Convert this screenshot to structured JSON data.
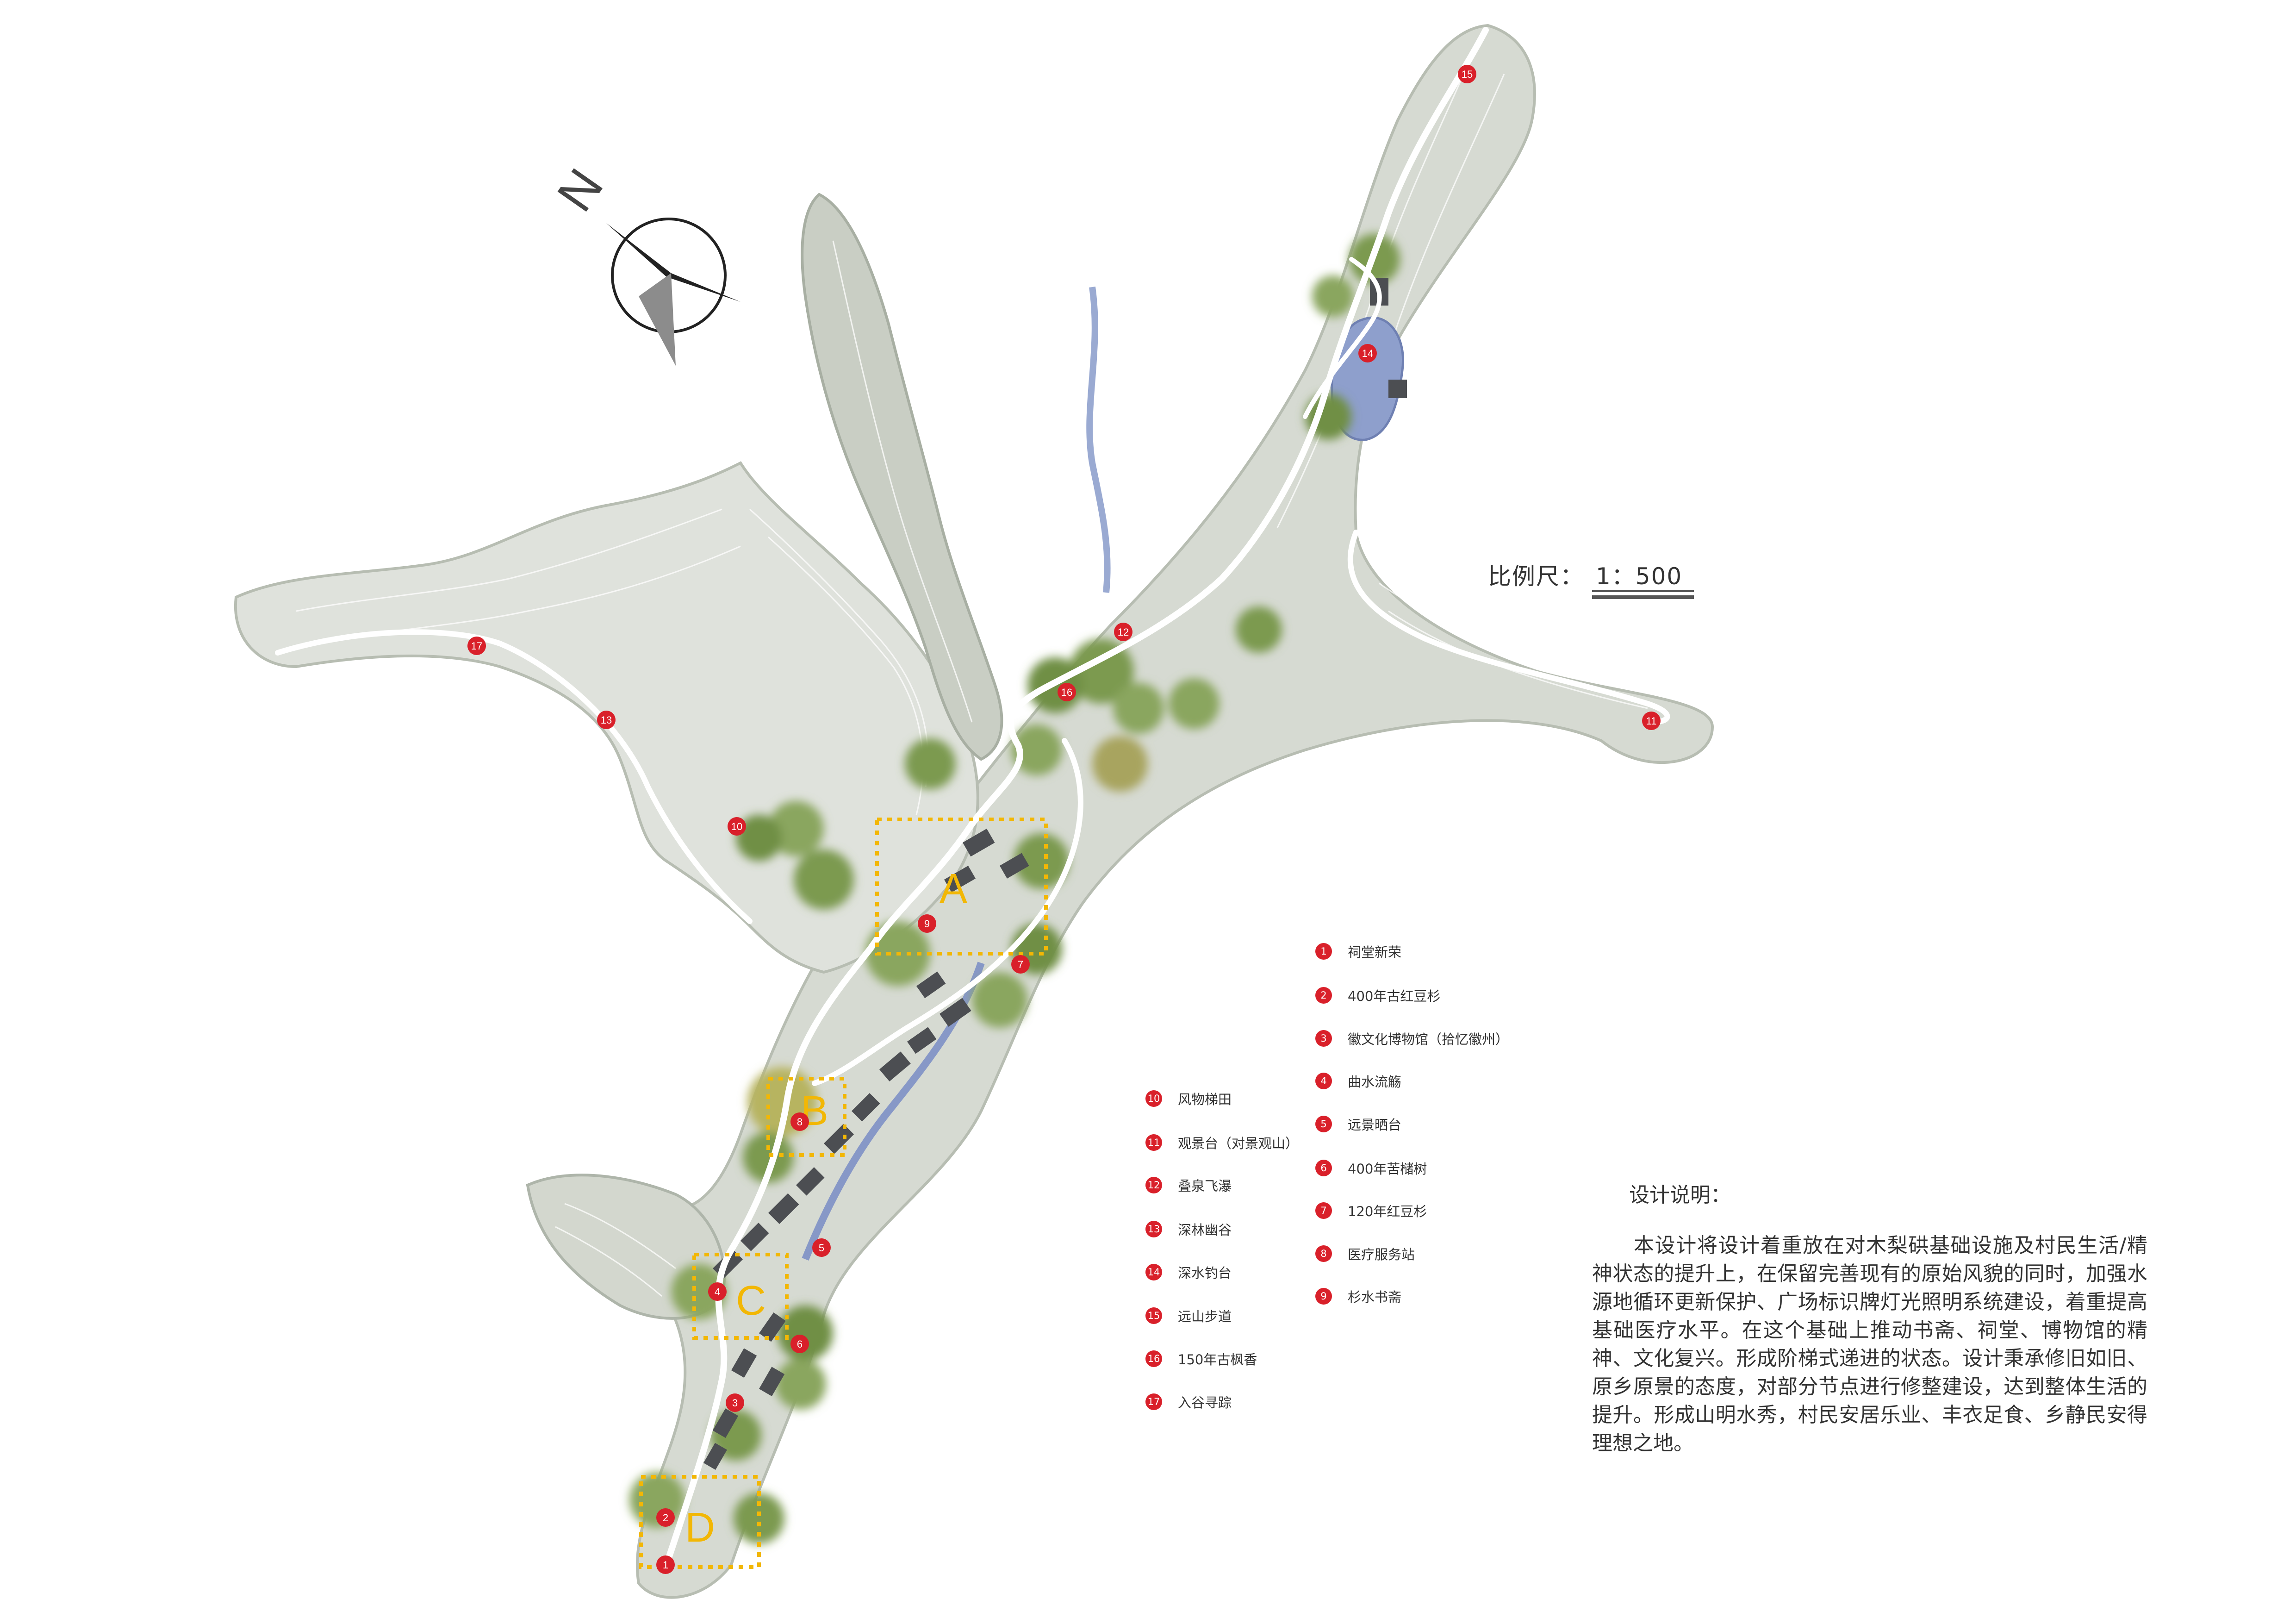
{
  "compass": {
    "north_label": "N"
  },
  "scale": {
    "label": "比例尺：",
    "value": "1：500"
  },
  "zones": [
    "A",
    "B",
    "C",
    "D"
  ],
  "legend": [
    {
      "num": "1",
      "label": "祠堂新荣"
    },
    {
      "num": "2",
      "label": "400年古红豆杉"
    },
    {
      "num": "3",
      "label": "徽文化博物馆（拾忆徽州）"
    },
    {
      "num": "4",
      "label": "曲水流觞"
    },
    {
      "num": "5",
      "label": "远景晒台"
    },
    {
      "num": "6",
      "label": "400年苦槠树"
    },
    {
      "num": "7",
      "label": "120年红豆杉"
    },
    {
      "num": "8",
      "label": "医疗服务站"
    },
    {
      "num": "9",
      "label": "杉水书斋"
    },
    {
      "num": "10",
      "label": "风物梯田"
    },
    {
      "num": "11",
      "label": "观景台（对景观山）"
    },
    {
      "num": "12",
      "label": "叠泉飞瀑"
    },
    {
      "num": "13",
      "label": "深林幽谷"
    },
    {
      "num": "14",
      "label": "深水钓台"
    },
    {
      "num": "15",
      "label": "远山步道"
    },
    {
      "num": "16",
      "label": "150年古枫香"
    },
    {
      "num": "17",
      "label": "入谷寻踪"
    }
  ],
  "description": {
    "title": "设计说明：",
    "body": "本设计将设计着重放在对木梨硔基础设施及村民生活/精神状态的提升上，在保留完善现有的原始风貌的同时，加强水源地循环更新保护、广场标识牌灯光照明系统建设，着重提高基础医疗水平。在这个基础上推动书斋、祠堂、博物馆的精神、文化复兴。形成阶梯式递进的状态。设计秉承修旧如旧、原乡原景的态度，对部分节点进行修整建设，达到整体生活的提升。形成山明水秀，村民安居乐业、丰衣足食、乡静民安得理想之地。"
  },
  "colors": {
    "marker": "#d9202a",
    "zone": "#f2b705",
    "terrain": "#cfd3cc",
    "terrain_dark": "#9aa296",
    "tree": "#7f9d55",
    "water": "#7f95c7",
    "building": "#4c4e52"
  }
}
